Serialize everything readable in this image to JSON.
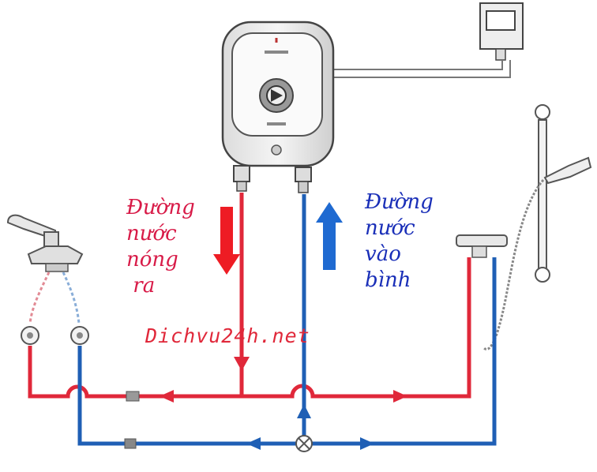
{
  "labels": {
    "hot_out": [
      "Đường",
      "nước",
      "nóng",
      " ra"
    ],
    "cold_in": [
      "Đường",
      "nước",
      "vào",
      "bình"
    ]
  },
  "watermark": "Dichvu24h.net",
  "colors": {
    "hot": "#e0283a",
    "cold": "#1f5fb5",
    "hot_text": "#d81b48",
    "cold_text": "#1a2fb8",
    "outline": "#444444"
  }
}
